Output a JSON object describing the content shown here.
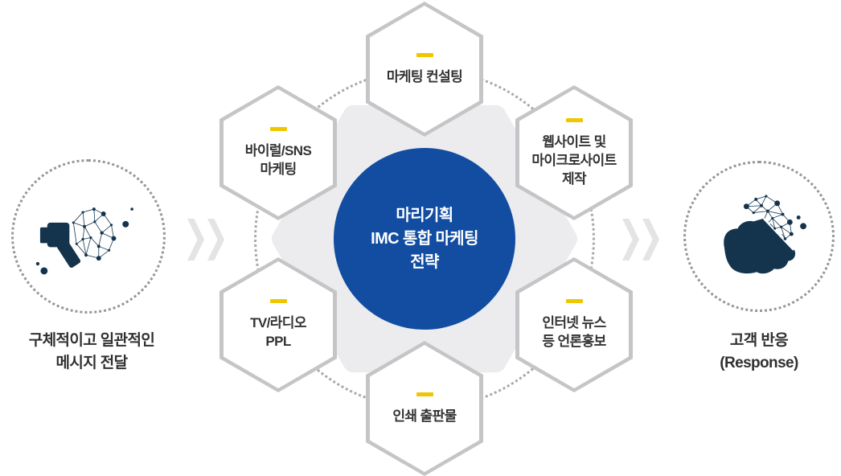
{
  "palette": {
    "primary_blue": "#124da1",
    "accent_yellow": "#f0c600",
    "hex_border": "#c5c5c7",
    "blob_gray": "#ececee",
    "icon_navy": "#14344e",
    "text_dark": "#333333",
    "chevron_gray": "#e4e4e6",
    "ring_dot": "#a9a9ab",
    "node_dot": "#97979b"
  },
  "left_node": {
    "icon": "megaphone-network-icon",
    "caption": "구체적이고 일관적인\n메시지 전달"
  },
  "right_node": {
    "icon": "hand-network-icon",
    "caption": "고객 반응\n(Response)"
  },
  "center": {
    "label": "마리기획\nIMC 통합 마케팅\n전략"
  },
  "hexagons": [
    {
      "id": "marketing-consulting",
      "label": "마케팅 컨설팅"
    },
    {
      "id": "viral-sns",
      "label": "바이럴/SNS\n마케팅"
    },
    {
      "id": "website-microsite",
      "label": "웹사이트 및\n마이크로사이트\n제작"
    },
    {
      "id": "tv-radio-ppl",
      "label": "TV/라디오\nPPL"
    },
    {
      "id": "internet-news-pr",
      "label": "인터넷 뉴스\n등 언론홍보"
    },
    {
      "id": "print-publications",
      "label": "인쇄 출판물"
    }
  ]
}
